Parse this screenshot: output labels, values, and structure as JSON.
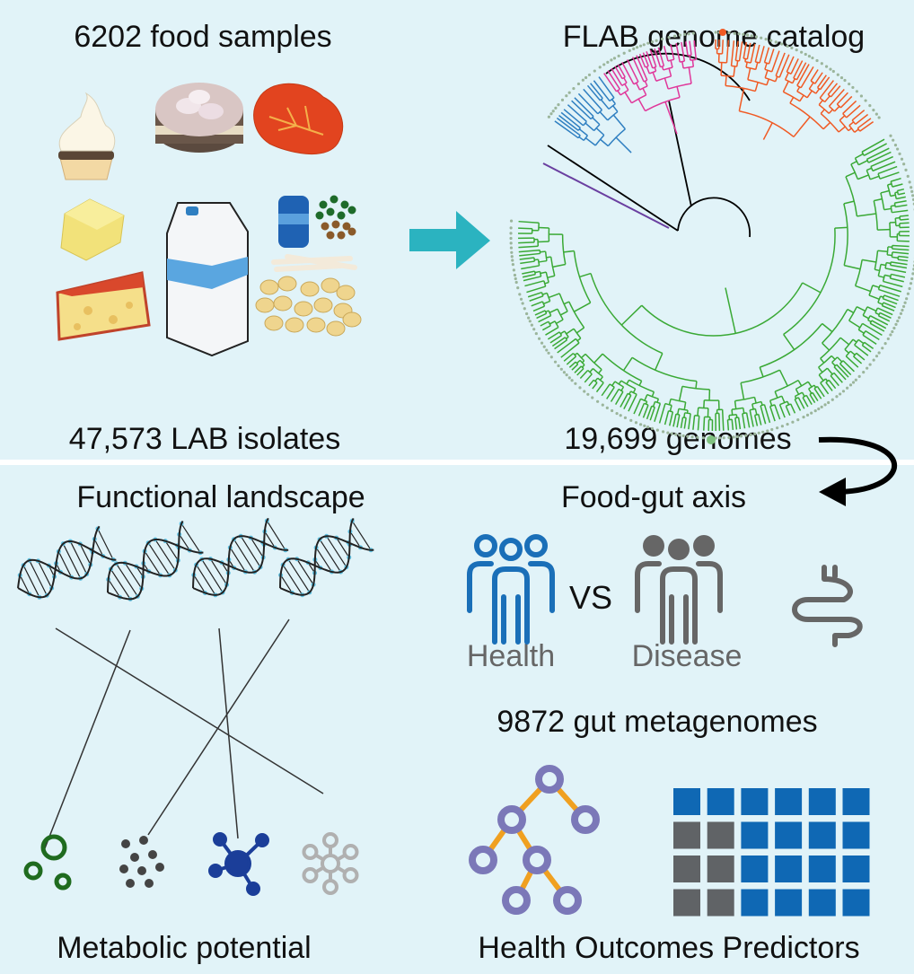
{
  "top_left": {
    "title": "6202 food samples",
    "caption": "47,573 LAB isolates"
  },
  "top_right": {
    "title": "FLAB genome catalog",
    "caption": "19,699 genomes"
  },
  "bottom_left": {
    "title": "Functional landscape",
    "caption": "Metabolic potential"
  },
  "bottom_right": {
    "title": "Food-gut axis",
    "health_label": "Health",
    "vs_label": "VS",
    "disease_label": "Disease",
    "metagenomes": "9872 gut metagenomes",
    "caption": "Health Outcomes Predictors"
  },
  "colors": {
    "background": "#e1f3f8",
    "arrow": "#2bb3c0",
    "health": "#1a6fb8",
    "disease": "#666666",
    "tree_node": "#7b78b8",
    "tree_edge": "#f0a020",
    "grid_blue": "#0f68b4",
    "grid_gray": "#606366",
    "clade_green": "#3aa935",
    "clade_orange": "#f05a24",
    "clade_pink": "#e0379a",
    "clade_blue": "#2f7fc1",
    "clade_purple": "#6a3fa0"
  },
  "predictor_grid": [
    [
      "blue",
      "blue",
      "blue",
      "blue",
      "blue",
      "blue"
    ],
    [
      "gray",
      "gray",
      "blue",
      "blue",
      "blue",
      "blue"
    ],
    [
      "gray",
      "gray",
      "blue",
      "blue",
      "blue",
      "blue"
    ],
    [
      "gray",
      "gray",
      "blue",
      "blue",
      "blue",
      "blue"
    ]
  ]
}
